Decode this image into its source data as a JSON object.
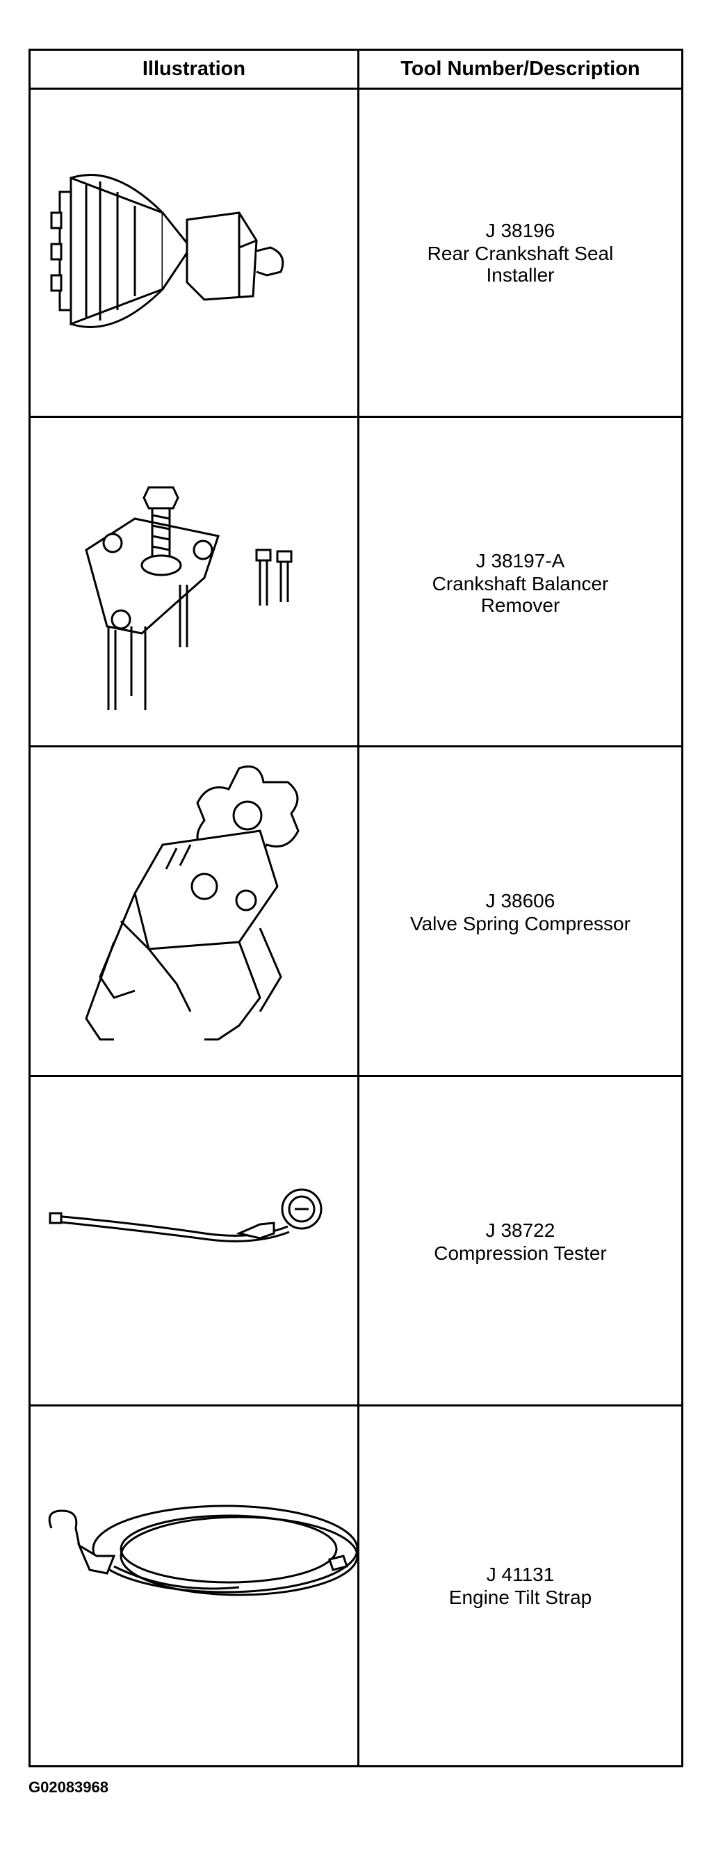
{
  "table": {
    "header": {
      "illustration": "Illustration",
      "description": "Tool Number/Description"
    },
    "rows": [
      {
        "number": "J 38196",
        "name": "Rear Crankshaft Seal Installer",
        "icon": "seal-installer-icon"
      },
      {
        "number": "J 38197-A",
        "name": "Crankshaft Balancer Remover",
        "icon": "balancer-remover-icon"
      },
      {
        "number": "J 38606",
        "name": "Valve Spring Compressor",
        "icon": "spring-compressor-icon"
      },
      {
        "number": "J 38722",
        "name": "Compression Tester",
        "icon": "compression-tester-icon"
      },
      {
        "number": "J 41131",
        "name": "Engine Tilt Strap",
        "icon": "tilt-strap-icon"
      }
    ]
  },
  "figure_code": "G02083968"
}
